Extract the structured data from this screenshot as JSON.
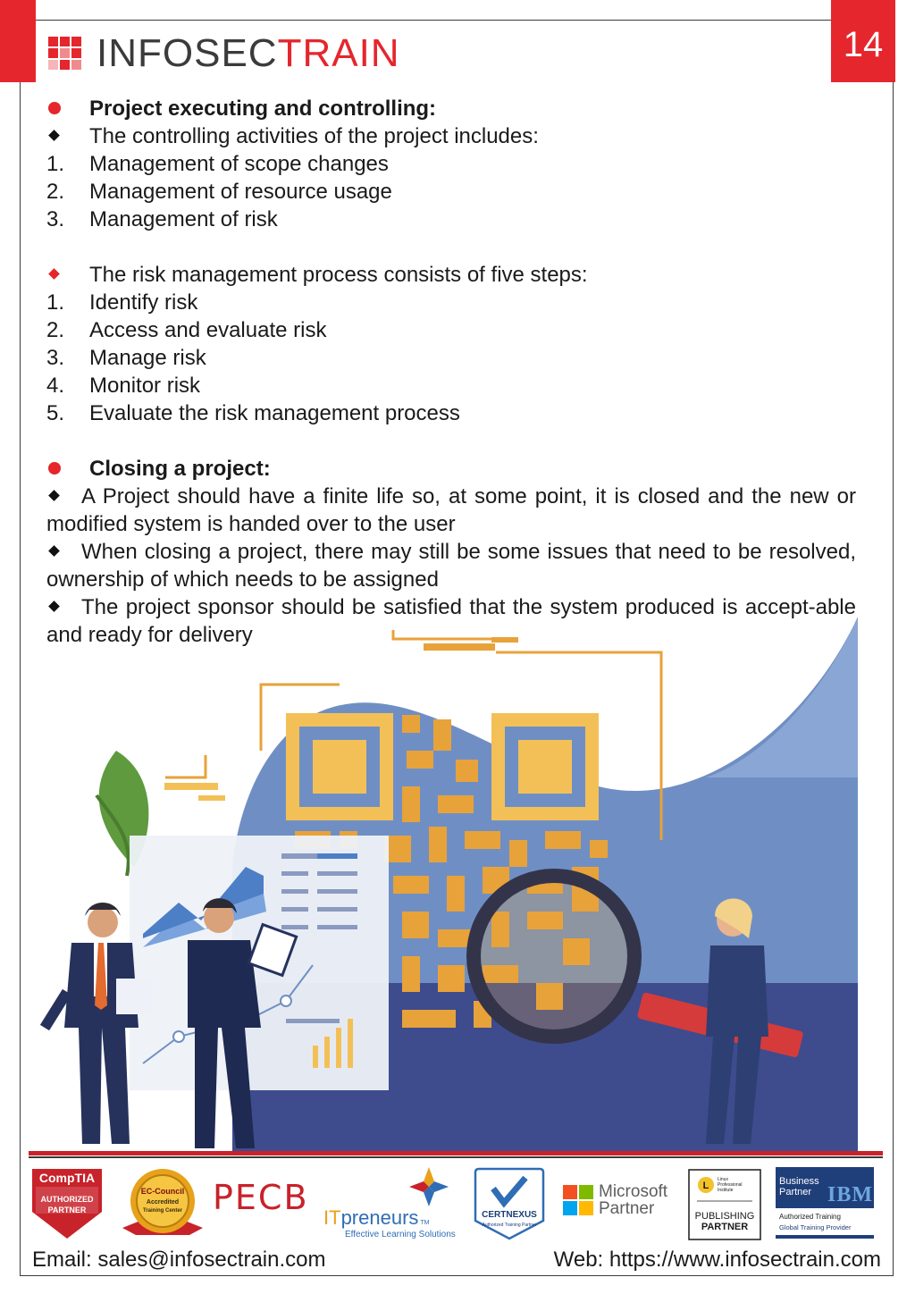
{
  "header": {
    "brand_part1": "INFOSEC",
    "brand_part2": "TRAIN",
    "page_number": "14",
    "brand_red": "#e5262d"
  },
  "section1": {
    "heading": "Project executing and controlling:",
    "intro": "The controlling activities of the project includes:",
    "items": [
      {
        "num": "1.",
        "text": "Management of scope changes"
      },
      {
        "num": "2.",
        "text": "Management of resource usage"
      },
      {
        "num": "3.",
        "text": "Management of risk"
      }
    ]
  },
  "section2": {
    "intro": "The risk management process consists of five steps:",
    "items": [
      {
        "num": "1.",
        "text": "Identify risk"
      },
      {
        "num": "2.",
        "text": "Access and evaluate risk"
      },
      {
        "num": "3.",
        "text": "Manage risk"
      },
      {
        "num": "4.",
        "text": "Monitor risk"
      },
      {
        "num": "5.",
        "text": "Evaluate the risk management process"
      }
    ]
  },
  "section3": {
    "heading": "Closing a project:",
    "paragraphs": [
      "A Project should have a finite life so, at some point, it is closed and the new or modified system is handed over to the user",
      "When closing a project, there may still be some issues that need to be resolved, ownership of which needs to be assigned",
      "The project sponsor should be satisfied that the system produced is accept-able and ready for delivery"
    ]
  },
  "partners": {
    "comptia": {
      "name": "CompTIA",
      "line1": "AUTHORIZED",
      "line2": "PARTNER"
    },
    "eccouncil": {
      "line1": "EC-Council",
      "line2": "Accredited",
      "line3": "Training Center"
    },
    "pecb": "PECB",
    "itpreneurs": {
      "it": "IT",
      "rest": "preneurs",
      "tm": "TM",
      "tagline": "Effective Learning Solutions"
    },
    "certnexus": {
      "name": "CERTNEXUS",
      "sub": "Authorized Training Partner"
    },
    "microsoft": {
      "line1": "Microsoft",
      "line2": "Partner"
    },
    "lpi": {
      "small1": "Linux",
      "small2": "Professional",
      "small3": "Institute",
      "line1": "PUBLISHING",
      "line2": "PARTNER"
    },
    "ibm": {
      "line1": "Business",
      "line2": "Partner",
      "mark": "IBM",
      "sub1": "Authorized Training",
      "sub2": "Global Training Provider"
    }
  },
  "footer": {
    "email": "Email: sales@infosectrain.com",
    "web": "Web: https://www.infosectrain.com"
  }
}
